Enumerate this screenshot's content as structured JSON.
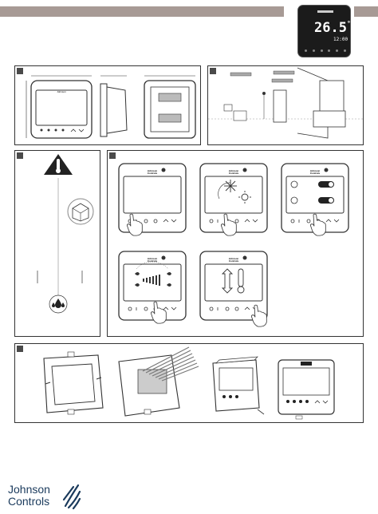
{
  "header": {
    "accent_color": "#a79a95"
  },
  "product": {
    "temperature": "26.5",
    "unit": "°",
    "clock": "12:00"
  },
  "footer": {
    "brand_line1": "Johnson",
    "brand_line2": "Controls",
    "brand_color": "#1a3a5c"
  },
  "icons": {
    "thermometer": "thermometer-icon",
    "humidity": "droplets-icon",
    "package": "box-icon",
    "snowflake": "snowflake-icon",
    "sun": "sun-icon",
    "fan": "fan-icon",
    "hand": "pointing-hand-icon",
    "arrows": "up-down-arrow-icon"
  }
}
